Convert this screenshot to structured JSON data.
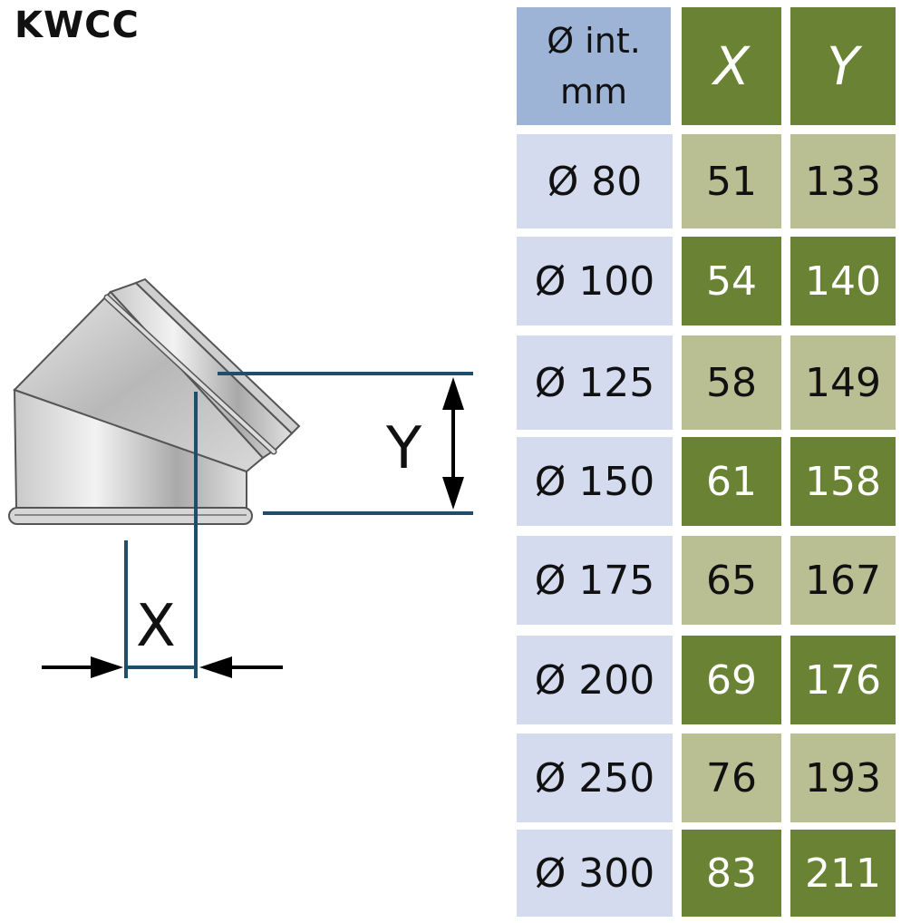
{
  "title": "KWCC",
  "drawing": {
    "label_x": "X",
    "label_y": "Y"
  },
  "table": {
    "header": {
      "diameter_line1": "Ø int.",
      "diameter_line2": "mm",
      "x": "X",
      "y": "Y"
    },
    "rows": [
      {
        "diameter": "Ø 80",
        "x": "51",
        "y": "133"
      },
      {
        "diameter": "Ø 100",
        "x": "54",
        "y": "140"
      },
      {
        "diameter": "Ø 125",
        "x": "58",
        "y": "149"
      },
      {
        "diameter": "Ø 150",
        "x": "61",
        "y": "158"
      },
      {
        "diameter": "Ø 175",
        "x": "65",
        "y": "167"
      },
      {
        "diameter": "Ø 200",
        "x": "69",
        "y": "176"
      },
      {
        "diameter": "Ø 250",
        "x": "76",
        "y": "193"
      },
      {
        "diameter": "Ø 300",
        "x": "83",
        "y": "211"
      }
    ]
  },
  "colors": {
    "header_diameter": "#9eb4d6",
    "header_xy": "#6a8234",
    "row_diameter": "#d4dbef",
    "row_light": "#b9bf93",
    "row_dark": "#6a8234",
    "dimension_line": "#1d4f6c"
  }
}
